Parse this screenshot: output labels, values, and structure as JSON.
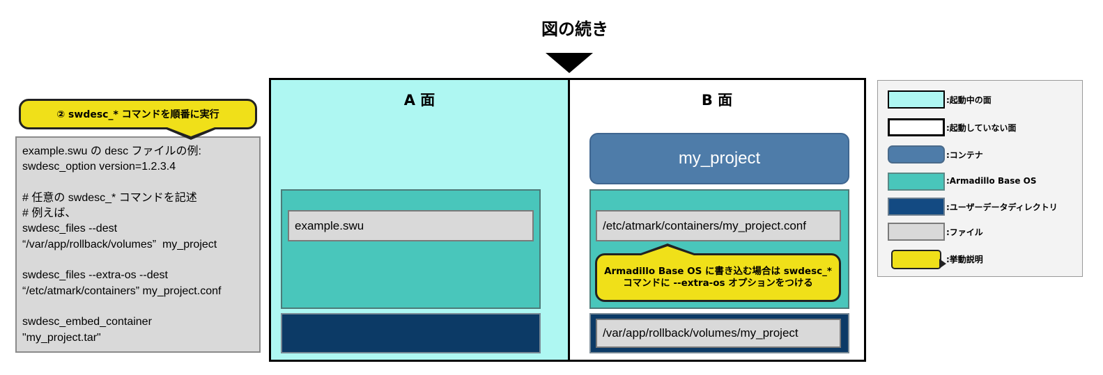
{
  "title": "図の続き",
  "callout_step": "② swdesc_* コマンドを順番に実行",
  "example_text": "example.swu の desc ファイルの例:\nswdesc_option version=1.2.3.4\n\n# 任意の swdesc_* コマンドを記述\n# 例えば、\nswdesc_files --dest\n“/var/app/rollback/volumes”  my_project\n\nswdesc_files --extra-os --dest\n“/etc/atmark/containers” my_project.conf\n\nswdesc_embed_container\n\"my_project.tar\"",
  "panel_a": {
    "title": "A 面",
    "file": "example.swu"
  },
  "panel_b": {
    "title": "B 面",
    "container": "my_project",
    "file_conf": "/etc/atmark/containers/my_project.conf",
    "callout": "Armadillo Base OS に書き込む場合は swdesc_* コマンドに --extra-os オプションをつける",
    "file_volumes": "/var/app/rollback/volumes/my_project"
  },
  "legend": [
    {
      "label": ":起動中の面",
      "kind": "active"
    },
    {
      "label": ":起動していない面",
      "kind": "inactive"
    },
    {
      "label": ":コンテナ",
      "kind": "container"
    },
    {
      "label": ":Armadillo Base  OS",
      "kind": "os"
    },
    {
      "label": ":ユーザーデータディレクトリ",
      "kind": "userdata"
    },
    {
      "label": ":ファイル",
      "kind": "file"
    },
    {
      "label": ":挙動説明",
      "kind": "callout"
    }
  ],
  "colors": {
    "active_face": "#aef7f2",
    "os": "#49c6bb",
    "container": "#4e7ca9",
    "userdata": "#0c3a66",
    "file": "#d9d9d9",
    "callout": "#f0e019"
  }
}
